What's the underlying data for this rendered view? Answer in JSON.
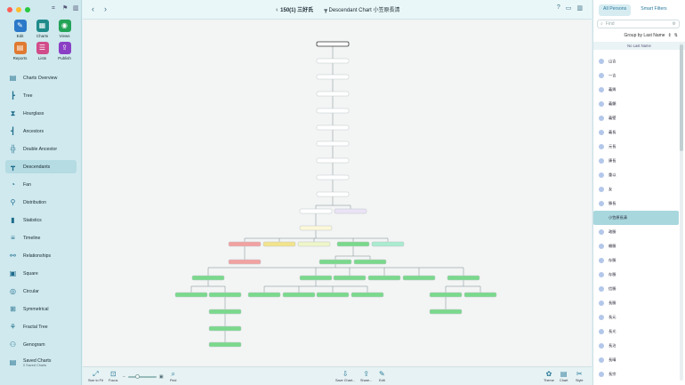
{
  "window": {
    "traffic": [
      "#ff5f57",
      "#febc2e",
      "#28c840"
    ]
  },
  "toolbar": {
    "person_id": "150(1) 三好氏",
    "chart_title": "Descendant Chart 小笠原長清"
  },
  "tools": [
    {
      "label": "Edit",
      "color": "#2b79c8",
      "icon": "pencil-icon",
      "glyph": "✎"
    },
    {
      "label": "Charts",
      "color": "#1f8a8a",
      "icon": "chart-icon",
      "glyph": "▦"
    },
    {
      "label": "Views",
      "color": "#23a357",
      "icon": "eye-icon",
      "glyph": "◉"
    },
    {
      "label": "Reports",
      "color": "#e07a32",
      "icon": "report-icon",
      "glyph": "▤"
    },
    {
      "label": "Lists",
      "color": "#d14c8a",
      "icon": "list-icon",
      "glyph": "☰"
    },
    {
      "label": "Publish",
      "color": "#8a3fc4",
      "icon": "publish-icon",
      "glyph": "⇪"
    }
  ],
  "nav": [
    {
      "label": "Charts Overview",
      "icon": "charts-overview-icon",
      "glyph": "▤"
    },
    {
      "label": "Tree",
      "icon": "tree-icon",
      "glyph": "┣"
    },
    {
      "label": "Hourglass",
      "icon": "hourglass-icon",
      "glyph": "⧗"
    },
    {
      "label": "Ancestors",
      "icon": "ancestors-icon",
      "glyph": "┫"
    },
    {
      "label": "Double Ancestor",
      "icon": "double-ancestor-icon",
      "glyph": "╬"
    },
    {
      "label": "Descendants",
      "icon": "descendants-icon",
      "glyph": "┳",
      "active": true
    },
    {
      "label": "Fan",
      "icon": "fan-icon",
      "glyph": "◔"
    },
    {
      "label": "Distribution",
      "icon": "distribution-icon",
      "glyph": "⚲"
    },
    {
      "label": "Statistics",
      "icon": "statistics-icon",
      "glyph": "▮"
    },
    {
      "label": "Timeline",
      "icon": "timeline-icon",
      "glyph": "≡"
    },
    {
      "label": "Relationships",
      "icon": "relationships-icon",
      "glyph": "⚯"
    },
    {
      "label": "Square",
      "icon": "square-icon",
      "glyph": "▣"
    },
    {
      "label": "Circular",
      "icon": "circular-icon",
      "glyph": "◎"
    },
    {
      "label": "Symmetrical",
      "icon": "symmetrical-icon",
      "glyph": "⊞"
    },
    {
      "label": "Fractal Tree",
      "icon": "fractal-tree-icon",
      "glyph": "⚘"
    },
    {
      "label": "Genogram",
      "icon": "genogram-icon",
      "glyph": "⚇"
    }
  ],
  "saved_charts": {
    "label": "Saved Charts",
    "sub": "0 Saved Charts"
  },
  "bottom": {
    "size_to_fit": "Size to Fit",
    "focus": "Focus",
    "find": "Find",
    "save_chart": "Save Chart...",
    "share": "Share...",
    "edit": "Edit",
    "theme": "Theme",
    "chart": "Chart",
    "style": "Style",
    "zoom_minus": "−",
    "zoom_level": 0.3
  },
  "right_panel": {
    "tab_all": "All Persons",
    "tab_smart": "Smart Filters",
    "search_placeholder": "Find",
    "group_by": "Group by Last Name",
    "section": "No Last Name",
    "persons": [
      "山吉",
      "一吉",
      "義興",
      "義顯",
      "義堅",
      "義長",
      "元長",
      "康長",
      "重以",
      "友",
      "勝長",
      "小笠原長清",
      "政勝",
      "頼勝",
      "存勝",
      "存勝",
      "信勝",
      "長勝",
      "長元",
      "長光",
      "長治",
      "長晴",
      "長宗"
    ],
    "selected_index": 11
  },
  "colors": {
    "accent": "#2b7aa0",
    "selected_row": "#a8d7de",
    "node_green": "#7ad98c",
    "node_red": "#f2a1a1",
    "node_yellow": "#f2e48c"
  }
}
